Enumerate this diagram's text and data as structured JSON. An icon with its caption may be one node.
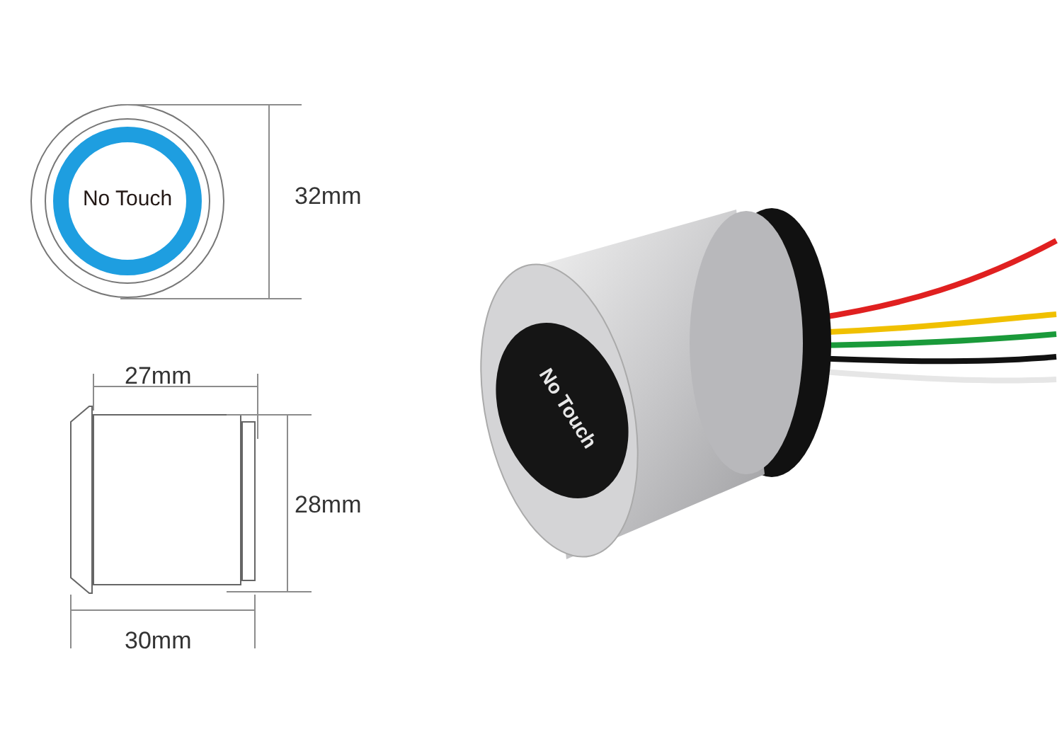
{
  "diagram": {
    "labels": [
      "No Touch",
      "32mm",
      "27mm",
      "28mm",
      "30mm",
      "No Touch"
    ]
  }
}
